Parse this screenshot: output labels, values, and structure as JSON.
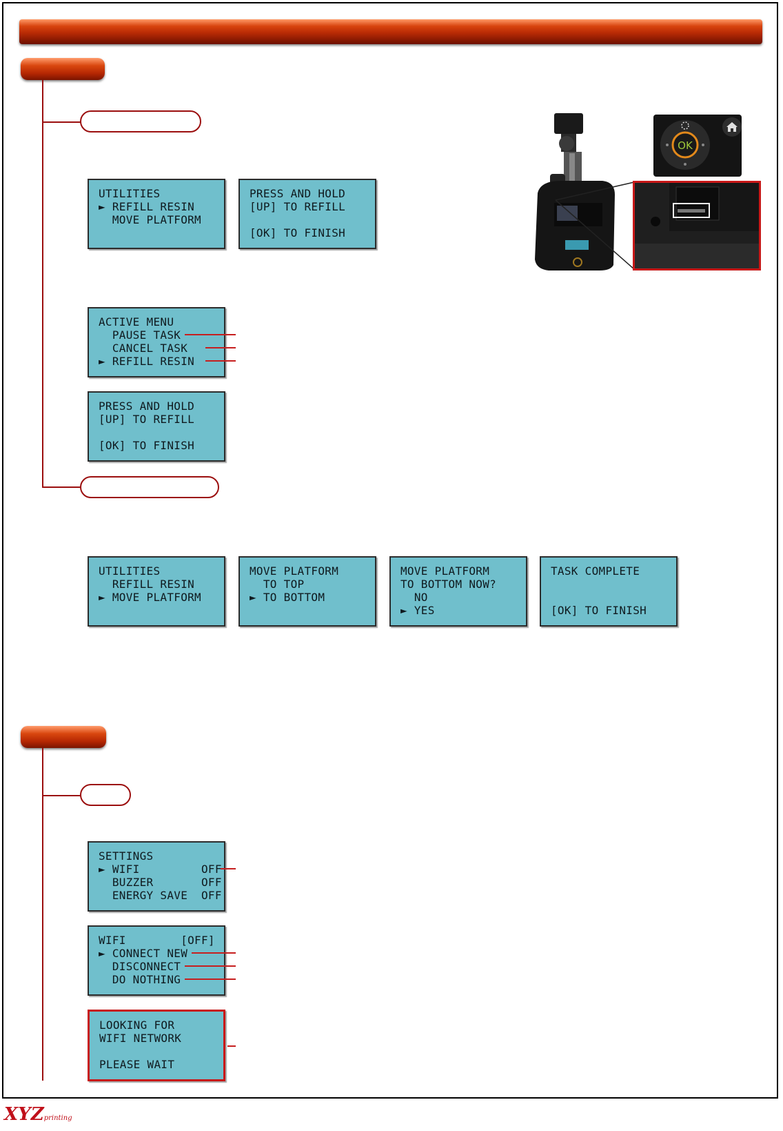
{
  "screens": {
    "util_refill": [
      "UTILITIES",
      "► REFILL RESIN",
      "  MOVE PLATFORM"
    ],
    "press_hold_1": [
      "PRESS AND HOLD",
      "[UP] TO REFILL",
      "",
      "[OK] TO FINISH"
    ],
    "active_menu": [
      "ACTIVE MENU",
      "  PAUSE TASK",
      "  CANCEL TASK",
      "► REFILL RESIN"
    ],
    "press_hold_2": [
      "PRESS AND HOLD",
      "[UP] TO REFILL",
      "",
      "[OK] TO FINISH"
    ],
    "util_move": [
      "UTILITIES",
      "  REFILL RESIN",
      "► MOVE PLATFORM"
    ],
    "move_platform": [
      "MOVE PLATFORM",
      "  TO TOP",
      "► TO BOTTOM"
    ],
    "move_confirm": [
      "MOVE PLATFORM",
      "TO BOTTOM NOW?",
      "  NO",
      "► YES"
    ],
    "task_complete": [
      "TASK COMPLETE",
      "",
      "",
      "[OK] TO FINISH"
    ],
    "settings": [
      "SETTINGS",
      "► WIFI         OFF",
      "  BUZZER       OFF",
      "  ENERGY SAVE  OFF"
    ],
    "wifi": [
      "WIFI        [OFF]",
      "► CONNECT NEW",
      "  DISCONNECT",
      "  DO NOTHING"
    ],
    "looking": [
      "LOOKING FOR",
      "WIFI NETWORK",
      "",
      "PLEASE WAIT"
    ]
  },
  "panel": {
    "ok_label": "OK"
  },
  "colors": {
    "lcd": "#70bfcc",
    "accent_red": "#c61f1f",
    "bar": "#b82a05"
  },
  "icons": [
    "home-icon",
    "ok-button-icon"
  ],
  "footer": {
    "logo_text": "XYZ",
    "logo_sub": "printing"
  }
}
